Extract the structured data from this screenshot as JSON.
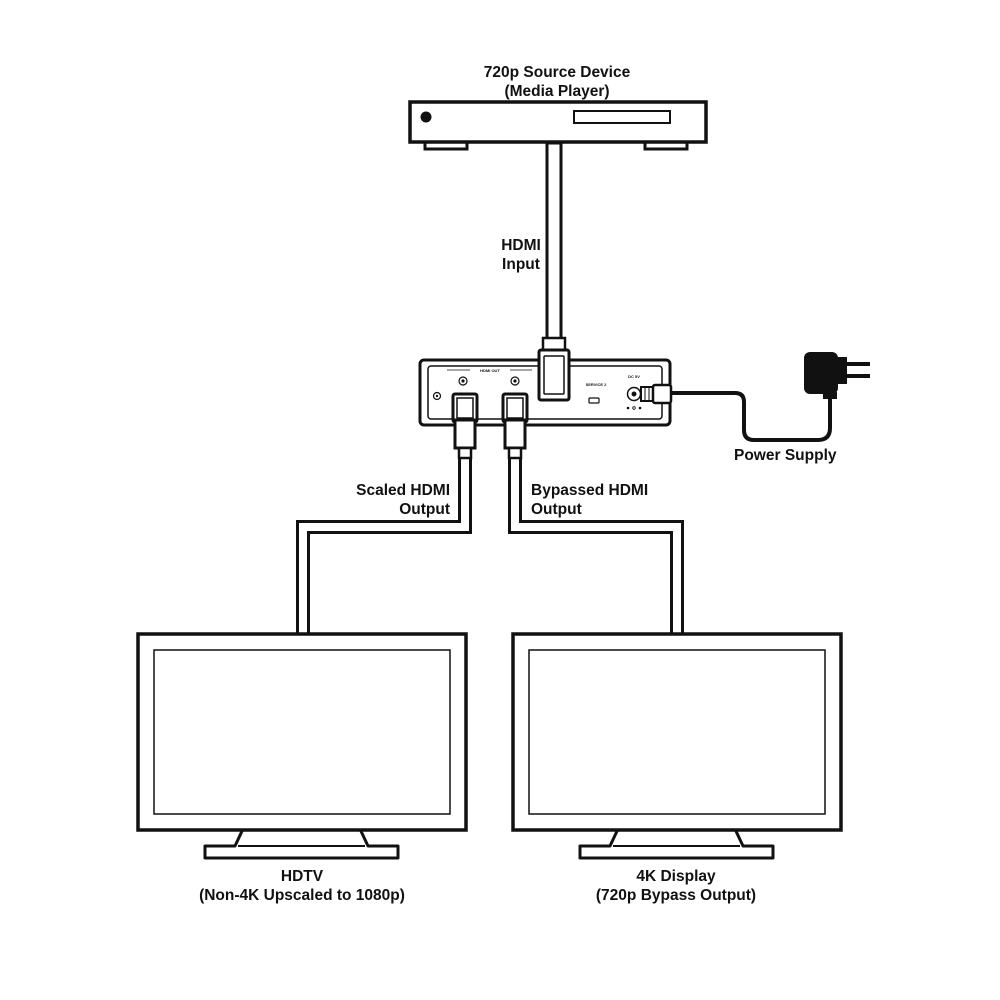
{
  "source": {
    "title": "720p Source Device",
    "subtitle": "(Media Player)"
  },
  "hdmi_input": {
    "line1": "HDMI",
    "line2": "Input"
  },
  "device": {
    "hdmi_out_label": "HDMI OUT",
    "service_label": "SERVICE 2",
    "dc_label": "DC 5V"
  },
  "power_supply": {
    "label": "Power Supply"
  },
  "scaled_output": {
    "line1": "Scaled HDMI",
    "line2": "Output"
  },
  "bypassed_output": {
    "line1": "Bypassed HDMI",
    "line2": "Output"
  },
  "hdtv": {
    "title": "HDTV",
    "subtitle": "(Non-4K Upscaled to 1080p)"
  },
  "display_4k": {
    "title": "4K Display",
    "subtitle": "(720p Bypass Output)"
  }
}
